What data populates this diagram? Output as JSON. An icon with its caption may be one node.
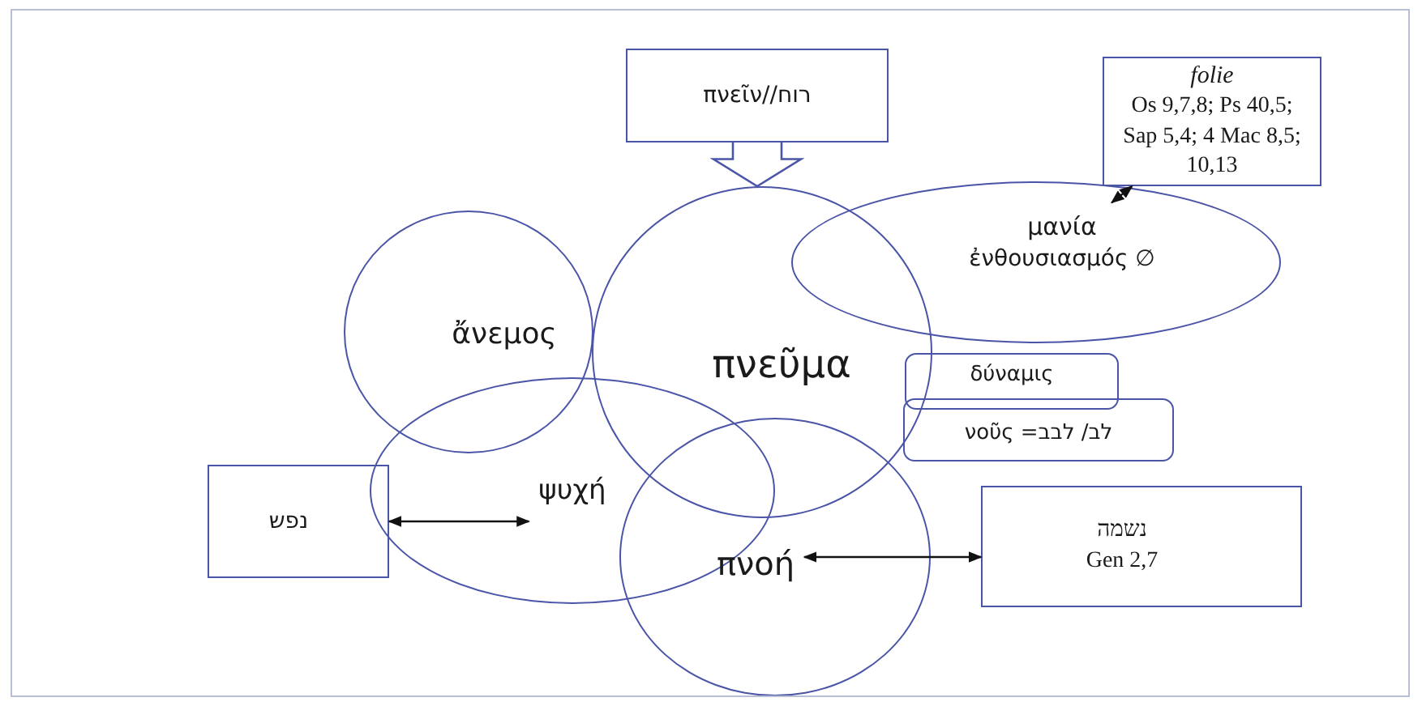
{
  "diagram": {
    "nodes": [
      {
        "text": [
          "πνεῖν//רוח"
        ]
      },
      {
        "text": [
          "ἄνεμος"
        ]
      },
      {
        "text": [
          "πνεῦμα"
        ]
      },
      {
        "text": [
          "μανία",
          "ἐνθουσιασμός ∅"
        ]
      },
      {
        "text": [
          "folie",
          "Os 9,7,8; Ps 40,5; Sap 5,4; 4 Mac 8,5; 10,13"
        ]
      },
      {
        "text": [
          "ψυχή"
        ]
      },
      {
        "text": [
          "πνοή"
        ]
      },
      {
        "text": [
          "δύναμις"
        ]
      },
      {
        "text": [
          "νοῦς =לב/ לבב"
        ]
      },
      {
        "text": [
          "נפש"
        ]
      },
      {
        "text": [
          "נשמה",
          "Gen 2,7"
        ]
      }
    ],
    "edges": [
      {
        "from": 0,
        "to": 2,
        "arrow": "to",
        "style": "thick"
      },
      {
        "from": 4,
        "to": 3,
        "arrow": "both"
      },
      {
        "from": 9,
        "to": 5,
        "arrow": "both"
      },
      {
        "from": 6,
        "to": 10,
        "arrow": "both"
      }
    ]
  }
}
